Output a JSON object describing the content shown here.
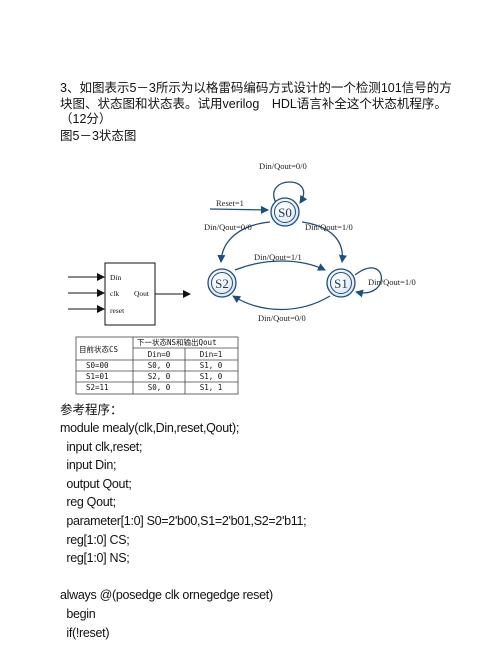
{
  "question": {
    "line1": "3、如图表示5－3所示为以格雷码编码方式设计的一个检测101信号的方",
    "line2": "块图、状态图和状态表。试用verilog　HDL语言补全这个状态机程序。",
    "line3": "（12分）",
    "figure_caption": "图5－3状态图"
  },
  "state_diagram": {
    "states": [
      "S0",
      "S1",
      "S2"
    ],
    "labels": {
      "s0_self": "Din/Qout=0/0",
      "reset": "Reset=1",
      "s0_to_s2": "Din/Qout=0/0",
      "s0_to_s1": "Din/Qout=1/0",
      "s2_to_s1": "Din/Qout=1/1",
      "s1_self": "Din/Qout=1/0",
      "s1_to_s2": "Din/Qout=0/0"
    }
  },
  "block": {
    "in1": "Din",
    "in2": "clk",
    "in3": "reset",
    "out": "Qout"
  },
  "state_table": {
    "col1": "目前状态CS",
    "group": "下一状态NS和输出Qout",
    "din0": "Din=0",
    "din1": "Din=1",
    "rows": [
      {
        "cs": "S0=00",
        "d0": "S0, 0",
        "d1": "S1, 0"
      },
      {
        "cs": "S1=01",
        "d0": "S2, 0",
        "d1": "S1, 0"
      },
      {
        "cs": "S2=11",
        "d0": "S0, 0",
        "d1": "S1, 1"
      }
    ]
  },
  "reference_label": "参考程序：",
  "code": [
    "module mealy(clk,Din,reset,Qout);",
    "  input clk,reset;",
    "  input Din;",
    "  output Qout;",
    "  reg Qout;",
    "  parameter[1:0] S0=2'b00,S1=2'b01,S2=2'b11;",
    "  reg[1:0] CS;",
    "  reg[1:0] NS;",
    "",
    "always @(posedge clk ornegedge reset)",
    "  begin",
    "  if(!reset)"
  ]
}
